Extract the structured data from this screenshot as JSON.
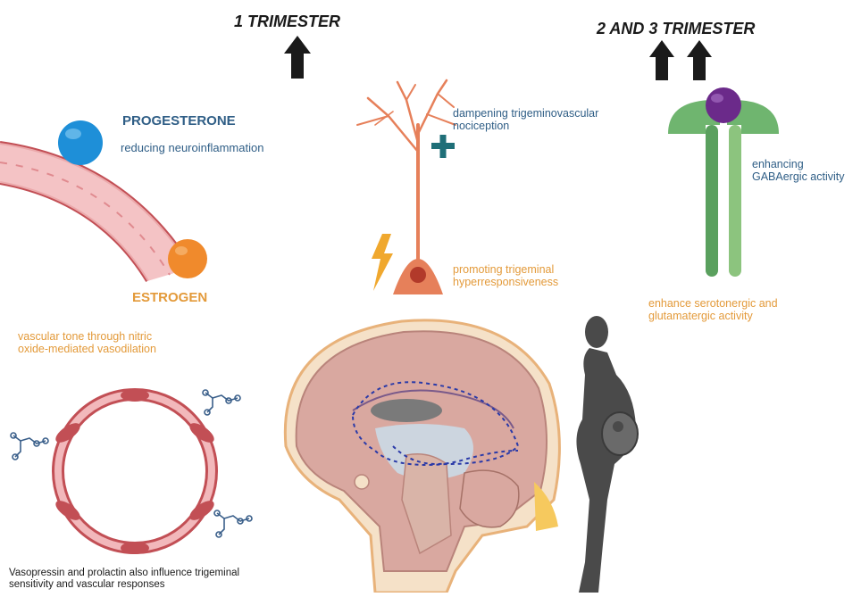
{
  "trimesters": {
    "first": "1 TRIMESTER",
    "second_third": "2 AND 3 TRIMESTER"
  },
  "hormones": {
    "progesterone": "PROGESTERONE",
    "estrogen": "ESTROGEN"
  },
  "effects": {
    "reducing_inflammation": "reducing neuroinflammation",
    "dampening": "dampening trigeminovascular\nnociception",
    "promoting": "promoting trigeminal\nhyperresponsiveness",
    "gaba": "enhancing\nGABAergic activity",
    "serotonergic": "enhance serotonergic and\nglutamatergic activity",
    "vascular_tone": "vascular tone through nitric\noxide-mediated vasodilation",
    "vasopressin": "Vasopressin and prolactin also influence trigeminal\nsensitivity and vascular responses"
  },
  "colors": {
    "blue_text": "#2f5e86",
    "orange_text": "#e39a3a",
    "progesterone_ball": "#1e8fd8",
    "estrogen_ball": "#f08a2c",
    "vessel_wall": "#c24f55",
    "vessel_fill": "#f2b8bb",
    "neuron": "#e6805a",
    "receptor_green": "#6fb56f",
    "ligand_purple": "#6b2a8a",
    "brain_fill": "#d9a8a0",
    "silhouette": "#4a4a4a"
  },
  "icons": [
    "up-arrow-icon",
    "plus-icon",
    "lightning-icon",
    "molecule-icon"
  ]
}
